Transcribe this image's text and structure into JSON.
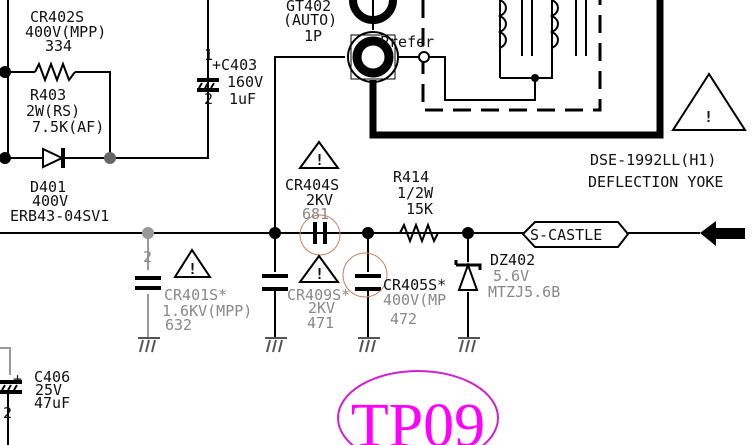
{
  "components": {
    "cr402s": {
      "ref": "CR402S",
      "rating": "400V(MPP)",
      "value": "334"
    },
    "r403": {
      "ref": "R403",
      "rating": "2W(RS)",
      "value": "7.5K(AF)"
    },
    "d401": {
      "ref": "D401",
      "rating": "400V",
      "part": "ERB43-04SV1"
    },
    "c403": {
      "ref": "+C403",
      "rating": "160V",
      "value": "1uF",
      "pin1": "1",
      "pin2": "2"
    },
    "gt402": {
      "ref": "GT402",
      "mode": "(AUTO)",
      "pins": "1P"
    },
    "prefer": "Prefer",
    "yoke": {
      "model": "DSE-1992LL(H1)",
      "name": "DEFLECTION YOKE"
    },
    "cr404s": {
      "ref": "CR404S",
      "rating": "2KV",
      "value": "681"
    },
    "r414": {
      "ref": "R414",
      "rating": "1/2W",
      "value": "15K"
    },
    "s_castle": "S-CASTLE",
    "cr401s": {
      "ref": "CR401S*",
      "rating": "1.6KV(MPP)",
      "value": "632",
      "pin": "2"
    },
    "cr409s": {
      "ref": "CR409S*",
      "rating": "2KV",
      "value": "471"
    },
    "cr405s": {
      "ref": "CR405S*",
      "rating": "400V(MP",
      "value": "472"
    },
    "dz402": {
      "ref": "DZ402",
      "rating": "5.6V",
      "part": "MTZJ5.6B"
    },
    "c406": {
      "ref": "C406",
      "rating": "25V",
      "value": "47uF",
      "plus": "+",
      "pin2": "2"
    },
    "warning_mark": "!"
  },
  "test_point": "TP09",
  "colors": {
    "ink": "#000000",
    "faded": "#888888",
    "testpoint": "#ff00ff",
    "highlight": "#d08060"
  }
}
